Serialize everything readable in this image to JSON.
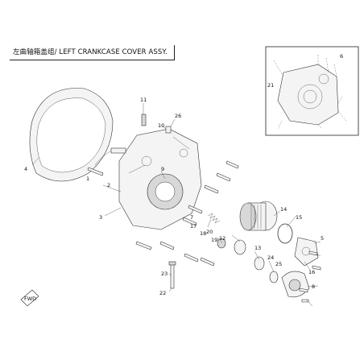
{
  "title": "左曲轴箱盖组/ LEFT CRANKCASE COVER  ASSY.",
  "callouts": [
    "1",
    "2",
    "3",
    "4",
    "5",
    "6",
    "7",
    "8",
    "9",
    "10",
    "11",
    "12",
    "13",
    "14",
    "15",
    "16",
    "17",
    "18",
    "19",
    "20",
    "21",
    "22",
    "23",
    "24",
    "25",
    "26"
  ],
  "fwd_label": "FWD",
  "colors": {
    "line": "#333333",
    "background": "#ffffff"
  }
}
